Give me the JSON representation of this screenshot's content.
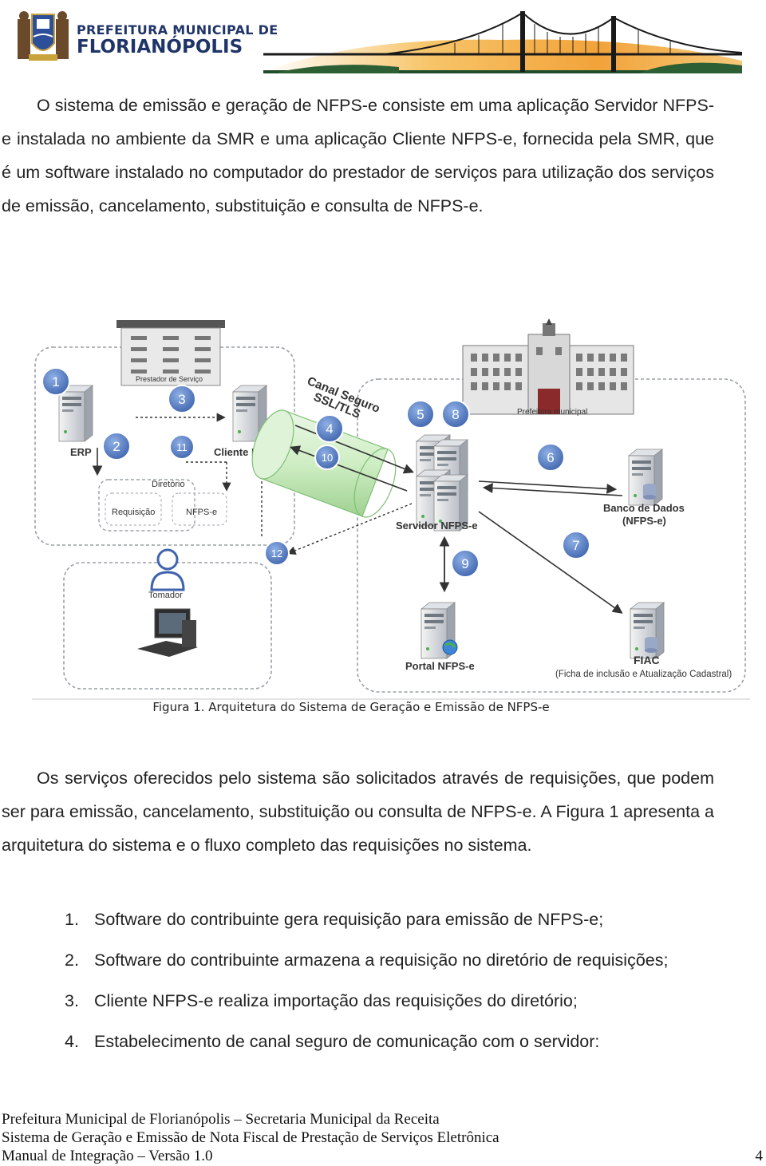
{
  "header": {
    "brand_line1": "PREFEITURA MUNICIPAL DE",
    "brand_line2": "FLORIANÓPOLIS"
  },
  "intro_paragraph": "O sistema de emissão e geração de NFPS-e consiste em uma aplicação Servidor NFPS-e instalada no ambiente da SMR e uma aplicação Cliente NFPS-e, fornecida pela SMR, que é um software instalado no computador do prestador de serviços para utilização dos serviços de emissão, cancelamento, substituição e consulta de NFPS-e.",
  "figure": {
    "labels": {
      "prestador": "Prestador de Serviço",
      "erp": "ERP",
      "cliente": "Cliente NFPS-e",
      "diretorio": "Diretório",
      "requisicao": "Requisição",
      "nfpse": "NFPS-e",
      "tomador": "Tomador",
      "canal1": "Canal Seguro",
      "canal2": "SSL/TLS",
      "prefeitura": "Prefeitura municipal",
      "servidor": "Servidor NFPS-e",
      "banco1": "Banco de Dados",
      "banco2": "(NFPS-e)",
      "portal": "Portal NFPS-e",
      "fiac": "FIAC",
      "fiac_desc": "(Ficha de inclusão e Atualização Cadastral)"
    },
    "badges": [
      "1",
      "2",
      "3",
      "4",
      "5",
      "6",
      "7",
      "8",
      "9",
      "10",
      "11",
      "12"
    ]
  },
  "caption": "Figura 1. Arquitetura do Sistema de Geração e Emissão de NFPS-e",
  "second_paragraph": "Os serviços oferecidos pelo sistema são solicitados através de requisições, que podem ser para emissão, cancelamento, substituição ou consulta de NFPS-e. A Figura 1 apresenta a arquitetura do sistema e o fluxo completo das requisições no sistema.",
  "list": [
    {
      "num": "1.",
      "text": "Software do contribuinte gera requisição para emissão de NFPS-e;"
    },
    {
      "num": "2.",
      "text": "Software do contribuinte armazena a requisição no diretório de requisições;"
    },
    {
      "num": "3.",
      "text": "Cliente NFPS-e realiza importação das requisições do diretório;"
    },
    {
      "num": "4.",
      "text": "Estabelecimento de canal seguro de comunicação com o servidor:"
    }
  ],
  "footer": {
    "line1": "Prefeitura Municipal de Florianópolis – Secretaria Municipal da Receita",
    "line2": "Sistema de Geração e Emissão de Nota Fiscal de Prestação de Serviços Eletrônica",
    "line3": "Manual de Integração – Versão 1.0",
    "page": "4"
  },
  "colors": {
    "brand_blue": "#1f3468",
    "badge_blue": "#5b7fc0",
    "bridge_orange": "#f2a33a"
  }
}
